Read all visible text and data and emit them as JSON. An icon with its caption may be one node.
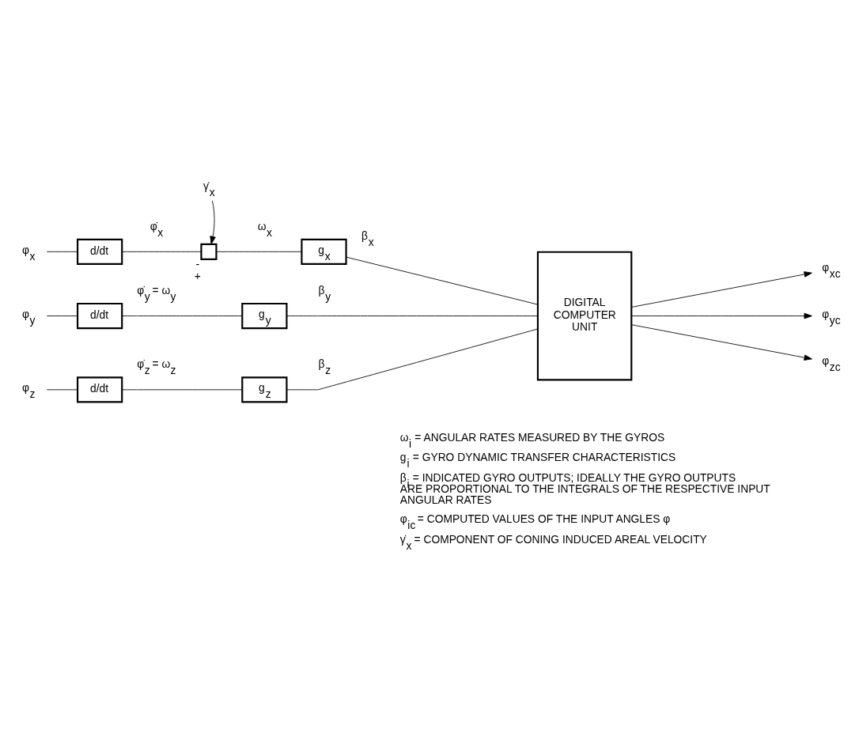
{
  "diagram": {
    "nodes": [
      {
        "text": [
          "φ$_{x}$"
        ]
      },
      {
        "text": [
          "d/dt"
        ]
      },
      {
        "text": [],
        "shape": "box",
        "beside": [
          "-",
          "+"
        ]
      },
      {
        "text": [
          "γ̇$_{x}$"
        ]
      },
      {
        "text": [
          "g$_{x}$"
        ]
      },
      {
        "text": [
          "DIGITAL COMPUTER UNIT"
        ]
      },
      {
        "text": [
          "φ$_{xc}$"
        ]
      },
      {
        "text": [
          "φ$_{y}$"
        ]
      },
      {
        "text": [
          "d/dt"
        ]
      },
      {
        "text": [
          "g$_{y}$"
        ]
      },
      {
        "text": [
          "φ$_{yc}$"
        ]
      },
      {
        "text": [
          "φ$_{z}$"
        ]
      },
      {
        "text": [
          "d/dt"
        ]
      },
      {
        "text": [
          "g$_{z}$"
        ]
      },
      {
        "text": [
          "φ$_{zc}$"
        ]
      }
    ],
    "edges": [
      {
        "from": 0,
        "to": 1,
        "arrow": "none"
      },
      {
        "from": 1,
        "to": 2,
        "arrow": "none",
        "label": "φ̇$_{x}$"
      },
      {
        "from": 3,
        "to": 2,
        "arrow": "to"
      },
      {
        "from": 2,
        "to": 4,
        "arrow": "none",
        "label": "ω$_{x}$"
      },
      {
        "from": 4,
        "to": 5,
        "arrow": "none",
        "label": "β$_{x}$"
      },
      {
        "from": 5,
        "to": 6,
        "arrow": "to"
      },
      {
        "from": 7,
        "to": 8,
        "arrow": "none"
      },
      {
        "from": 8,
        "to": 9,
        "arrow": "none",
        "label": "φ̇$_{y}$ = ω$_{y}$"
      },
      {
        "from": 9,
        "to": 5,
        "arrow": "none",
        "label": "β$_{y}$"
      },
      {
        "from": 5,
        "to": 10,
        "arrow": "to"
      },
      {
        "from": 11,
        "to": 12,
        "arrow": "none"
      },
      {
        "from": 12,
        "to": 13,
        "arrow": "none",
        "label": "φ̇$_{z}$ = ω$_{z}$"
      },
      {
        "from": 13,
        "to": 5,
        "arrow": "none",
        "label": "β$_{z}$"
      },
      {
        "from": 5,
        "to": 14,
        "arrow": "to"
      }
    ],
    "labels": [
      "ω$_{i}$ = ANGULAR RATES MEASURED BY THE GYROS",
      "g$_{i}$ = GYRO DYNAMIC TRANSFER CHARACTERISTICS",
      "β$_{i}$ = INDICATED GYRO OUTPUTS; IDEALLY THE GYRO OUTPUTS ARE PROPORTIONAL TO THE INTEGRALS OF THE RESPECTIVE INPUT ANGULAR RATES",
      "φ$_{ic}$ = COMPUTED VALUES OF THE INPUT ANGLES φ",
      "γ̇$_{x}$ = COMPONENT OF CONING INDUCED AREAL VELOCITY"
    ]
  }
}
